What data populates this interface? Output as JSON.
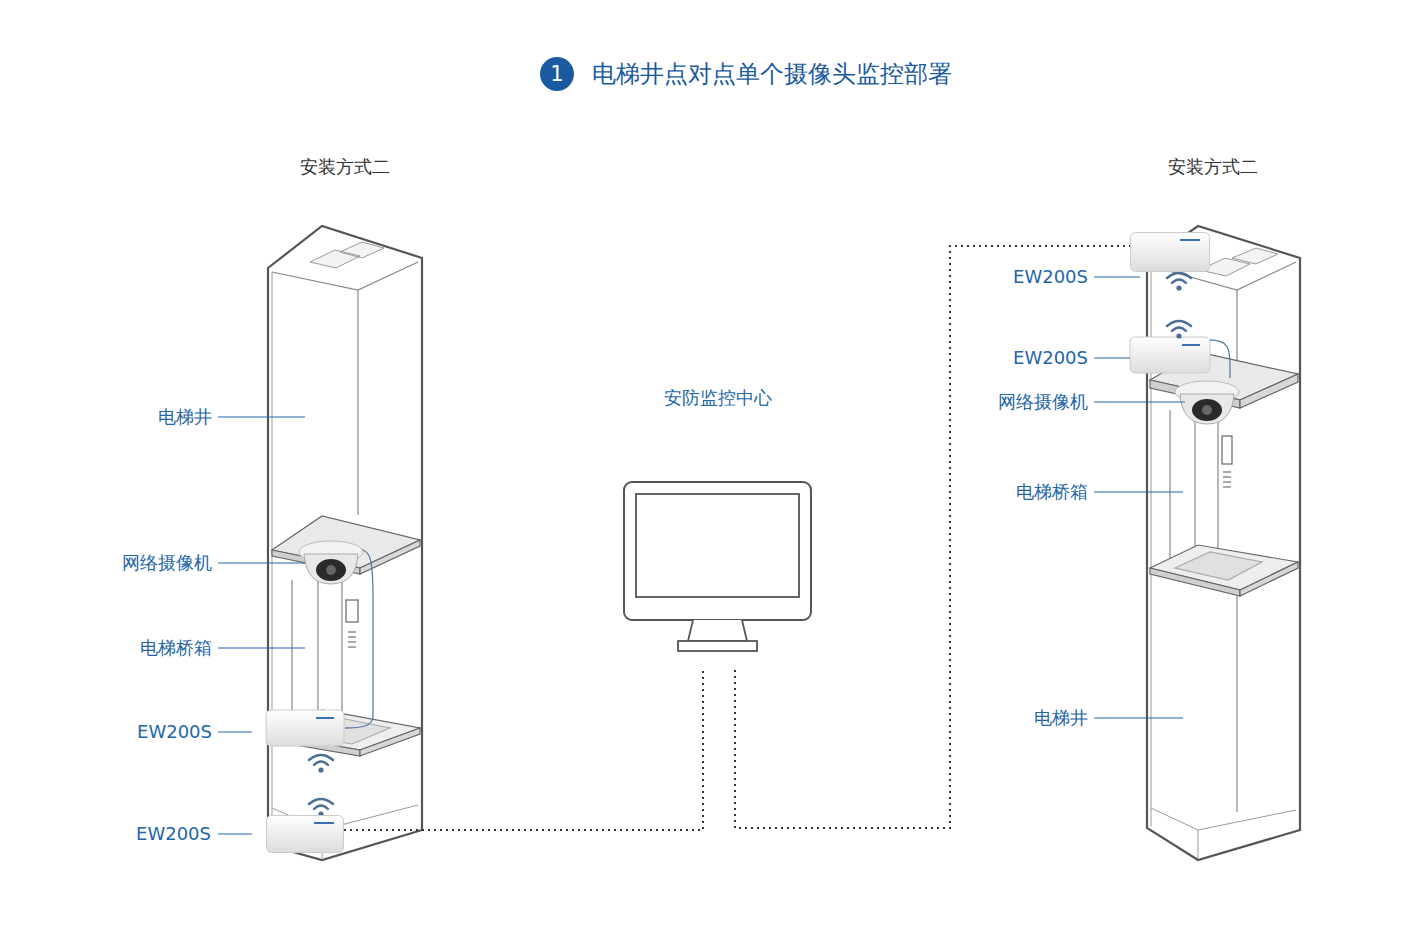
{
  "diagram": {
    "title": "电梯井点对点单个摄像头监控部署",
    "nodes": [
      {
        "text": [
          "EW200S"
        ]
      },
      {
        "text": [
          "安防监控中心"
        ]
      },
      {
        "text": [
          "EW200S"
        ]
      }
    ],
    "edges": [
      {
        "from": 0,
        "to": 1,
        "arrow": "none"
      },
      {
        "from": 1,
        "to": 2,
        "arrow": "none"
      }
    ],
    "labels": [
      "1",
      "安装方式二",
      "安装方式二",
      "电梯井",
      "网络摄像机",
      "电梯桥箱",
      "EW200S",
      "EW200S",
      "网络摄像机",
      "电梯桥箱",
      "电梯井"
    ]
  }
}
